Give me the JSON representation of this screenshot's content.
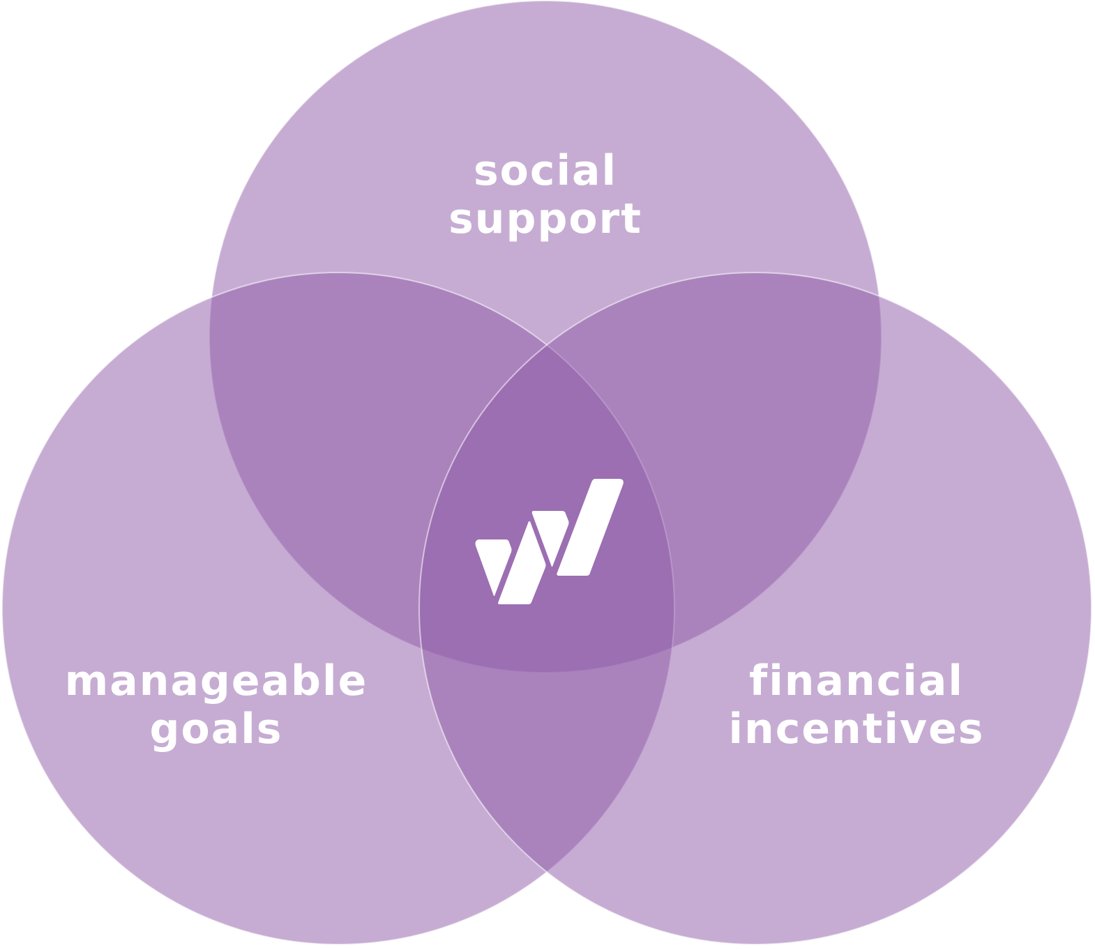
{
  "diagram": {
    "type": "venn",
    "colors": {
      "circle_fill": "#8e5aa8",
      "label_color": "#ffffff",
      "background": "#ffffff"
    },
    "circles": [
      {
        "id": "top",
        "lines": [
          "social",
          "support"
        ]
      },
      {
        "id": "left",
        "lines": [
          "manageable",
          "goals"
        ]
      },
      {
        "id": "right",
        "lines": [
          "financial",
          "incentives"
        ]
      }
    ],
    "center_icon": "brand-logo-icon"
  }
}
